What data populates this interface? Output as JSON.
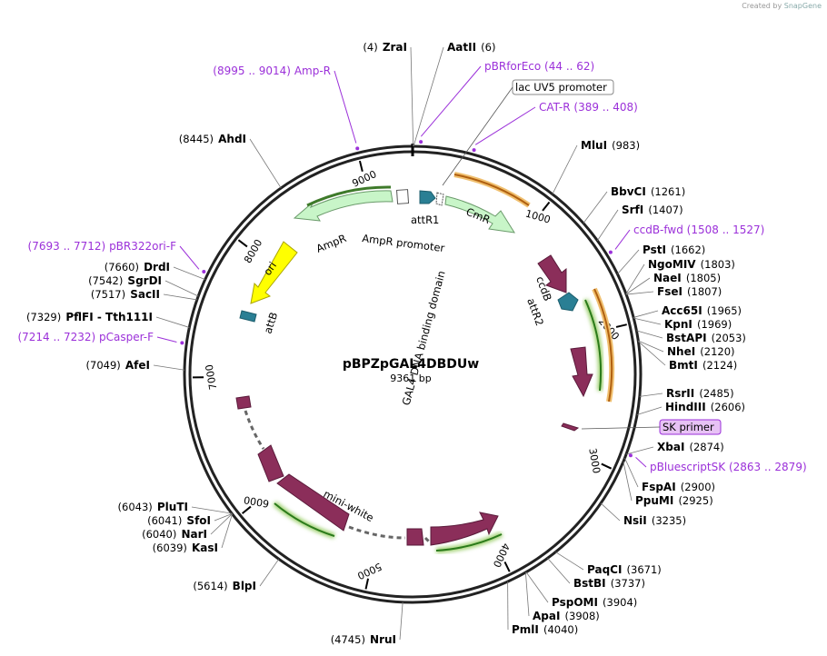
{
  "credit": {
    "prefix": "Created by",
    "brand": "SnapGene"
  },
  "plasmid": {
    "name": "pBPZpGAL4DBDUw",
    "size": "9361 bp",
    "length": 9361
  },
  "colors": {
    "backbone": "#222222",
    "primer": "#9b30d9",
    "burgundy": "#8b2e5a",
    "teal": "#2a7f94",
    "green": "#c8f5c8",
    "yellow": "#ffff00",
    "orange": "#e8a040"
  },
  "sites": [
    {
      "id": "zrai",
      "name": "ZraI",
      "pos": "(4)",
      "bp": 4,
      "side": "left"
    },
    {
      "id": "aatii",
      "name": "AatII",
      "pos": "(6)",
      "bp": 6,
      "side": "right"
    },
    {
      "id": "mlui",
      "name": "MluI",
      "pos": "(983)",
      "bp": 983,
      "side": "right"
    },
    {
      "id": "bbvci",
      "name": "BbvCI",
      "pos": "(1261)",
      "bp": 1261,
      "side": "right"
    },
    {
      "id": "srfi",
      "name": "SrfI",
      "pos": "(1407)",
      "bp": 1407,
      "side": "right"
    },
    {
      "id": "psti",
      "name": "PstI",
      "pos": "(1662)",
      "bp": 1662,
      "side": "right"
    },
    {
      "id": "ngomiv",
      "name": "NgoMIV",
      "pos": "(1803)",
      "bp": 1803,
      "side": "right"
    },
    {
      "id": "naei",
      "name": "NaeI",
      "pos": "(1805)",
      "bp": 1805,
      "side": "right"
    },
    {
      "id": "fsei",
      "name": "FseI",
      "pos": "(1807)",
      "bp": 1807,
      "side": "right"
    },
    {
      "id": "acc65i",
      "name": "Acc65I",
      "pos": "(1965)",
      "bp": 1965,
      "side": "right"
    },
    {
      "id": "kpni",
      "name": "KpnI",
      "pos": "(1969)",
      "bp": 1969,
      "side": "right"
    },
    {
      "id": "bstapi",
      "name": "BstAPI",
      "pos": "(2053)",
      "bp": 2053,
      "side": "right"
    },
    {
      "id": "nhei",
      "name": "NheI",
      "pos": "(2120)",
      "bp": 2120,
      "side": "right"
    },
    {
      "id": "bmti",
      "name": "BmtI",
      "pos": "(2124)",
      "bp": 2124,
      "side": "right"
    },
    {
      "id": "rsrii",
      "name": "RsrII",
      "pos": "(2485)",
      "bp": 2485,
      "side": "right"
    },
    {
      "id": "hindiii",
      "name": "HindIII",
      "pos": "(2606)",
      "bp": 2606,
      "side": "right"
    },
    {
      "id": "xbai",
      "name": "XbaI",
      "pos": "(2874)",
      "bp": 2874,
      "side": "right"
    },
    {
      "id": "fspai",
      "name": "FspAI",
      "pos": "(2900)",
      "bp": 2900,
      "side": "right"
    },
    {
      "id": "ppumi",
      "name": "PpuMI",
      "pos": "(2925)",
      "bp": 2925,
      "side": "right"
    },
    {
      "id": "nsii",
      "name": "NsiI",
      "pos": "(3235)",
      "bp": 3235,
      "side": "right"
    },
    {
      "id": "paqci",
      "name": "PaqCI",
      "pos": "(3671)",
      "bp": 3671,
      "side": "right"
    },
    {
      "id": "bstbi",
      "name": "BstBI",
      "pos": "(3737)",
      "bp": 3737,
      "side": "right"
    },
    {
      "id": "pspomi",
      "name": "PspOMI",
      "pos": "(3904)",
      "bp": 3904,
      "side": "right"
    },
    {
      "id": "apai",
      "name": "ApaI",
      "pos": "(3908)",
      "bp": 3908,
      "side": "right"
    },
    {
      "id": "pmli",
      "name": "PmlI",
      "pos": "(4040)",
      "bp": 4040,
      "side": "right"
    },
    {
      "id": "nrui",
      "name": "NruI",
      "pos": "(4745)",
      "bp": 4745,
      "side": "left"
    },
    {
      "id": "blpi",
      "name": "BlpI",
      "pos": "(5614)",
      "bp": 5614,
      "side": "left"
    },
    {
      "id": "kasi",
      "name": "KasI",
      "pos": "(6039)",
      "bp": 6039,
      "side": "left"
    },
    {
      "id": "nari",
      "name": "NarI",
      "pos": "(6040)",
      "bp": 6040,
      "side": "left"
    },
    {
      "id": "sfoi",
      "name": "SfoI",
      "pos": "(6041)",
      "bp": 6041,
      "side": "left"
    },
    {
      "id": "pluti",
      "name": "PluTI",
      "pos": "(6043)",
      "bp": 6043,
      "side": "left"
    },
    {
      "id": "afei",
      "name": "AfeI",
      "pos": "(7049)",
      "bp": 7049,
      "side": "left"
    },
    {
      "id": "tth111i",
      "name": "PflFI - Tth111I",
      "pos": "(7329)",
      "bp": 7329,
      "side": "left"
    },
    {
      "id": "sacii",
      "name": "SacII",
      "pos": "(7517)",
      "bp": 7517,
      "side": "left"
    },
    {
      "id": "sgrdi",
      "name": "SgrDI",
      "pos": "(7542)",
      "bp": 7542,
      "side": "left"
    },
    {
      "id": "drdi",
      "name": "DrdI",
      "pos": "(7660)",
      "bp": 7660,
      "side": "left"
    },
    {
      "id": "ahdi",
      "name": "AhdI",
      "pos": "(8445)",
      "bp": 8445,
      "side": "left"
    }
  ],
  "primers": [
    {
      "id": "pbrforeco",
      "name": "pBRforEco",
      "range": "(44 .. 62)",
      "bp": 53
    },
    {
      "id": "cat-r",
      "name": "CAT-R",
      "range": "(389 .. 408)",
      "bp": 398
    },
    {
      "id": "ccdb-fwd",
      "name": "ccdB-fwd",
      "range": "(1508 .. 1527)",
      "bp": 1517
    },
    {
      "id": "pbluescriptsk",
      "name": "pBluescriptSK",
      "range": "(2863 .. 2879)",
      "bp": 2871
    },
    {
      "id": "pcasper-f",
      "name": "pCasper-F",
      "range": "(7214 .. 7232)",
      "bp": 7223
    },
    {
      "id": "pbr322ori-f",
      "name": "pBR322ori-F",
      "range": "(7693 .. 7712)",
      "bp": 7702
    },
    {
      "id": "amp-r",
      "name": "Amp-R",
      "range": "(8995 .. 9014)",
      "bp": 9004
    }
  ],
  "boxed_labels": [
    {
      "id": "lacuv5",
      "text": "lac UV5 promoter",
      "style": "white"
    },
    {
      "id": "skprimer",
      "text": "SK primer",
      "style": "purple"
    }
  ],
  "features": {
    "cmr": "CmR",
    "attr1": "attR1",
    "ampr": "AmpR",
    "ampr_promoter": "AmpR promoter",
    "ori": "ori",
    "attb": "attB",
    "ccdb": "ccdB",
    "attr2": "attR2",
    "gal4": "GAL4 DNA binding domain",
    "miniwhite": "mini-white"
  },
  "ticks": [
    "1000",
    "2000",
    "3000",
    "4000",
    "5000",
    "6000",
    "7000",
    "8000",
    "9000"
  ]
}
